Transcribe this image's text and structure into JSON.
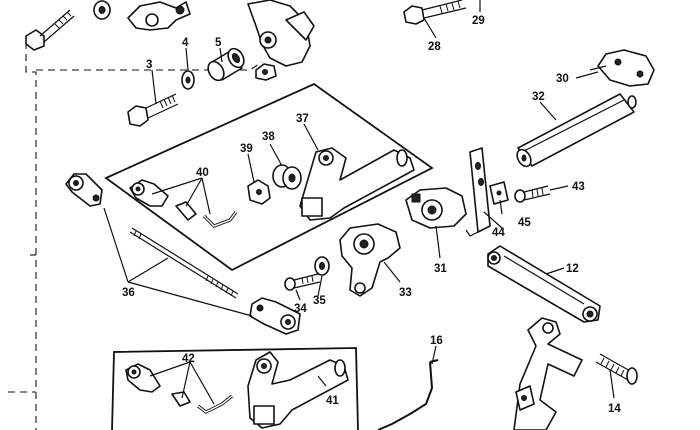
{
  "diagram": {
    "labels": {
      "l3": "3",
      "l4": "4",
      "l5": "5",
      "l28": "28",
      "l29": "29",
      "l30": "30",
      "l32": "32",
      "l37": "37",
      "l38": "38",
      "l39": "39",
      "l40": "40",
      "l43": "43",
      "l44": "44",
      "l45": "45",
      "l31": "31",
      "l12": "12",
      "l36": "36",
      "l34": "34",
      "l35": "35",
      "l33": "33",
      "l42": "42",
      "l41": "41",
      "l16": "16",
      "l14": "14"
    }
  }
}
